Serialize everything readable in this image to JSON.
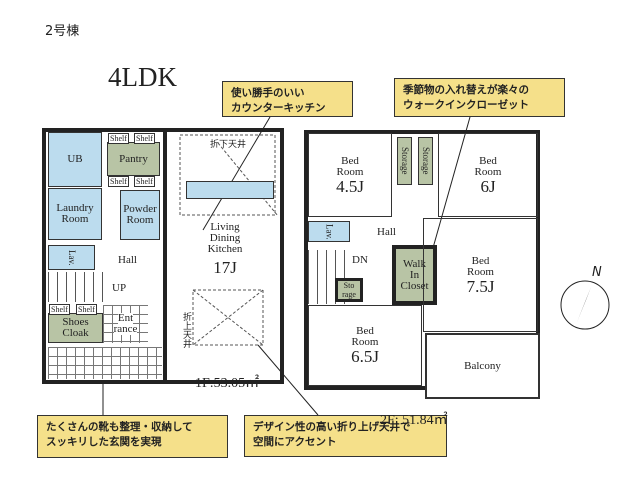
{
  "building": "2号棟",
  "layout_type": "4LDK",
  "callouts": {
    "kitchen": [
      "使い勝手のいい",
      "カウンターキッチン"
    ],
    "closet": [
      "季節物の入れ替えが楽々の",
      "ウォークインクローゼット"
    ],
    "entrance": [
      "たくさんの靴も整理・収納して",
      "スッキリした玄関を実現"
    ],
    "ceiling": [
      "デザイン性の高い折り上げ天井で",
      "空間にアクセント"
    ]
  },
  "floor1": {
    "area": "1F:53.05㎡",
    "rooms": {
      "ub": "UB",
      "pantry": "Pantry",
      "shelf": "Shelf",
      "laundry": [
        "Laundry",
        "Room"
      ],
      "powder": [
        "Powder",
        "Room"
      ],
      "lav": "Lav.",
      "hall": "Hall",
      "up": "UP",
      "shoes": [
        "Shoes",
        "Cloak"
      ],
      "entrance": [
        "Ent",
        "rance"
      ],
      "ldk": [
        "Living",
        "Dining",
        "Kitchen"
      ],
      "ldk_size": "17J",
      "ceiling_down": "折下天井",
      "ceiling_up": "折上天井"
    }
  },
  "floor2": {
    "area": "2F: 51.84㎡",
    "rooms": {
      "bed": [
        "Bed",
        "Room"
      ],
      "bed1_size": "4.5J",
      "bed2_size": "6J",
      "bed3_size": "7.5J",
      "bed4_size": "6.5J",
      "storage": "Storage",
      "storage_small": [
        "Sto",
        "rage"
      ],
      "lav": "Lav.",
      "hall": "Hall",
      "dn": "DN",
      "wic": [
        "Walk",
        "In",
        "Closet"
      ],
      "balcony": "Balcony"
    }
  },
  "compass": {
    "label": "N"
  },
  "colors": {
    "wet_area": "#bcdcee",
    "storage": "#b8c4a5",
    "callout": "#f5e08a"
  }
}
